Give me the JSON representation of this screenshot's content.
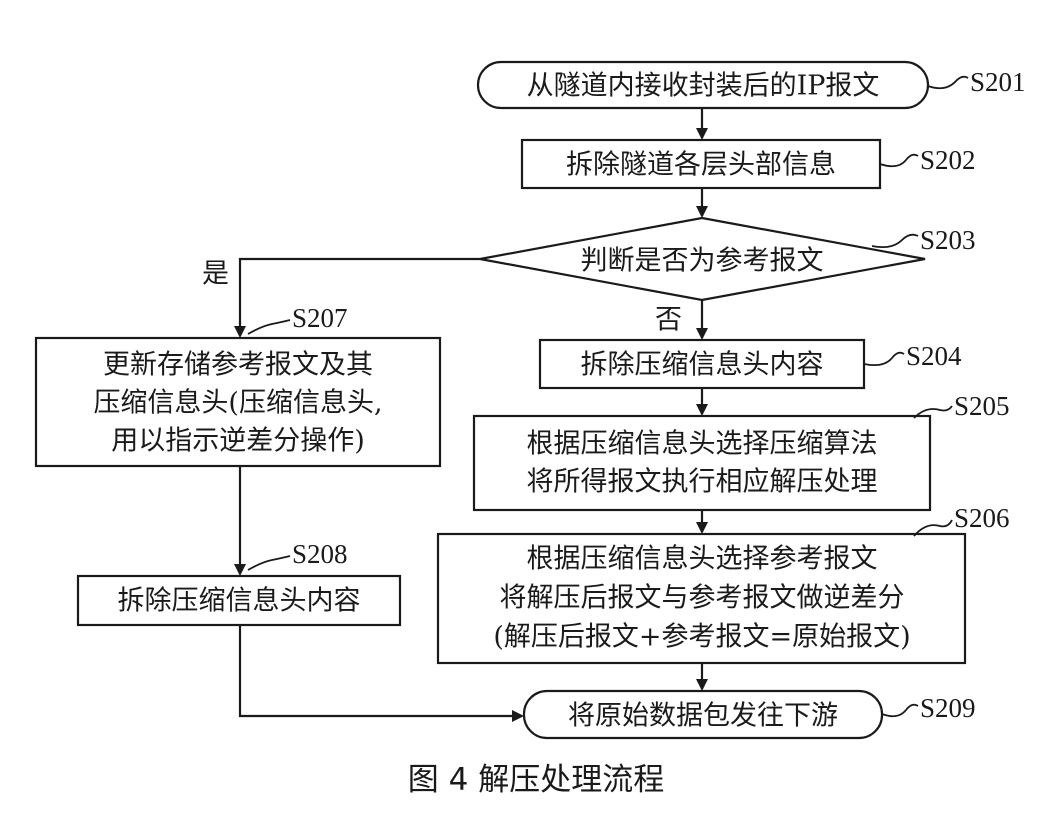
{
  "nodes": {
    "s201": {
      "label": "从隧道内接收封装后的IP报文",
      "step": "S201"
    },
    "s202": {
      "label": "拆除隧道各层头部信息",
      "step": "S202"
    },
    "s203": {
      "label": "判断是否为参考报文",
      "step": "S203"
    },
    "s204": {
      "label": "拆除压缩信息头内容",
      "step": "S204"
    },
    "s205": {
      "lines": [
        "根据压缩信息头选择压缩算法",
        "将所得报文执行相应解压处理"
      ],
      "step": "S205"
    },
    "s206": {
      "lines": [
        "根据压缩信息头选择参考报文",
        "将解压后报文与参考报文做逆差分",
        "(解压后报文+参考报文=原始报文)"
      ],
      "step": "S206"
    },
    "s207": {
      "lines": [
        "更新存储参考报文及其",
        "压缩信息头(压缩信息头,",
        "用以指示逆差分操作)"
      ],
      "step": "S207"
    },
    "s208": {
      "label": "拆除压缩信息头内容",
      "step": "S208"
    },
    "s209": {
      "label": "将原始数据包发往下游",
      "step": "S209"
    }
  },
  "branches": {
    "yes": "是",
    "no": "否"
  },
  "caption": "图 4 解压处理流程"
}
